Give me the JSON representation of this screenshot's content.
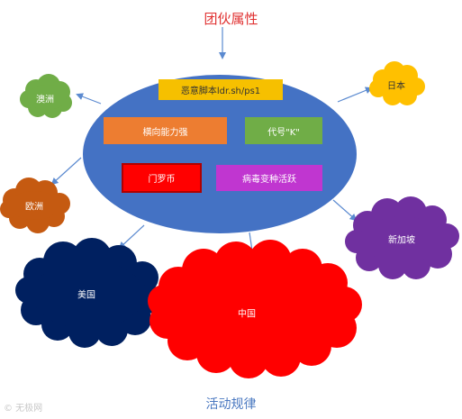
{
  "title": "团伙属性",
  "subtitle": "活动规律",
  "watermark": "© 无极网",
  "center": {
    "attributes": [
      {
        "label": "恶意脚本ldr.sh/ps1",
        "color": "#f6c000",
        "text_color": "#333333"
      },
      {
        "label": "横向能力强",
        "color": "#ed7d31",
        "text_color": "#ffffff"
      },
      {
        "label": "代号\"K\"",
        "color": "#70ad47",
        "text_color": "#ffffff"
      },
      {
        "label": "门罗币",
        "color": "#ff0000",
        "text_color": "#ffffff"
      },
      {
        "label": "病毒变种活跃",
        "color": "#c036d0",
        "text_color": "#ffffff"
      }
    ],
    "ellipse_color": "#4472c4"
  },
  "regions": [
    {
      "label": "澳洲",
      "color": "#70ad47",
      "text_color": "#ffffff"
    },
    {
      "label": "日本",
      "color": "#ffc000",
      "text_color": "#333333"
    },
    {
      "label": "欧洲",
      "color": "#c55a11",
      "text_color": "#ffffff"
    },
    {
      "label": "新加坡",
      "color": "#7030a0",
      "text_color": "#ffffff"
    },
    {
      "label": "美国",
      "color": "#002060",
      "text_color": "#ffffff"
    },
    {
      "label": "中国",
      "color": "#ff0000",
      "text_color": "#ffffff"
    }
  ],
  "arrow_color": "#5b8ad0"
}
